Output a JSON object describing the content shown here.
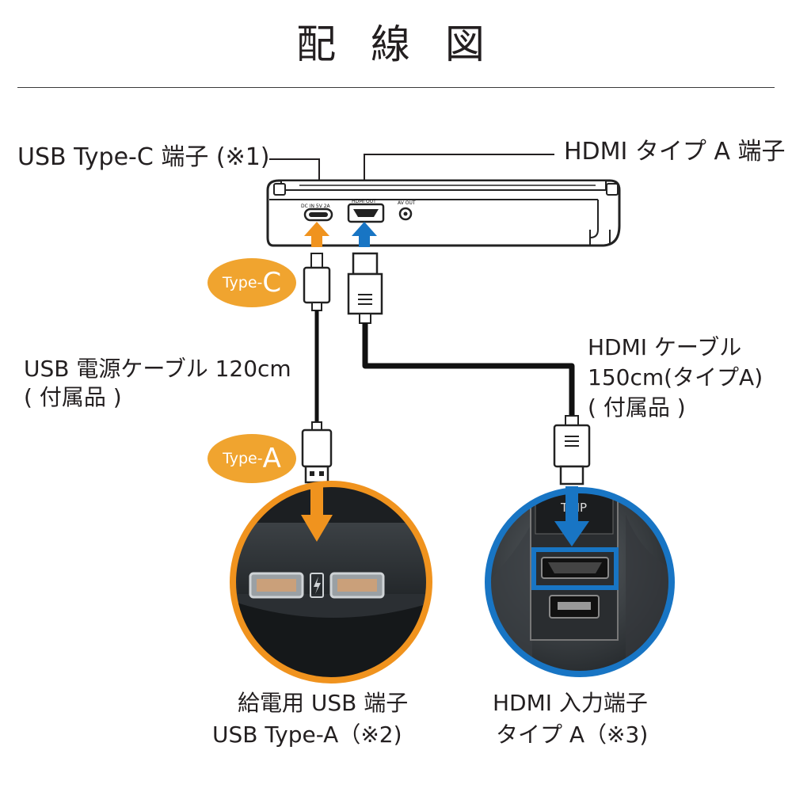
{
  "title": "配 線 図",
  "labels": {
    "usb_c_port": "USB Type-C 端子 (※1)",
    "hdmi_port": "HDMI タイプ A 端子",
    "usb_cable_line1": "USB 電源ケーブル 120cm",
    "usb_cable_line2": "( 付属品 )",
    "hdmi_cable_line1": "HDMI ケーブル",
    "hdmi_cable_line2": "150cm(タイプA)",
    "hdmi_cable_line3": "( 付属品 )",
    "car_usb_line1": "給電用 USB 端子",
    "car_usb_line2": "USB Type-A（※2)",
    "car_hdmi_line1": "HDMI 入力端子",
    "car_hdmi_line2": "タイプ A（※3)"
  },
  "badges": {
    "type_c_prefix": "Type-",
    "type_c_letter": "C",
    "type_a_prefix": "Type-",
    "type_a_letter": "A"
  },
  "device_port_labels": {
    "dc_in": "DC IN 5V 2A",
    "hdmi_out": "HDMI OUT",
    "av_out": "AV OUT"
  },
  "car_port_label": "TRIP",
  "colors": {
    "orange": "#f0931e",
    "blue": "#1875c4",
    "badge": "#f0a42f"
  }
}
